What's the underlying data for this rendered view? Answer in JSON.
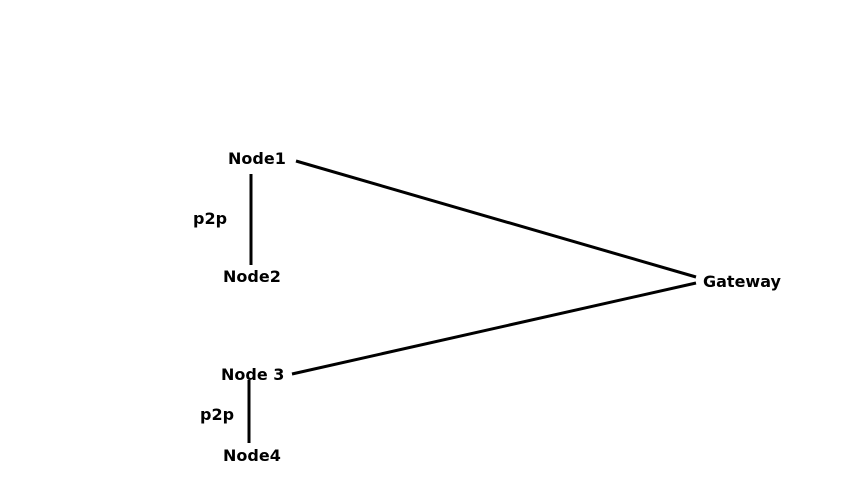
{
  "nodes": {
    "node1": "Node1",
    "node2": "Node2",
    "node3": "Node 3",
    "node4": "Node4",
    "gateway": "Gateway"
  },
  "edges": [
    {
      "from": "node1",
      "to": "node2",
      "label": "p2p"
    },
    {
      "from": "node3",
      "to": "node4",
      "label": "p2p"
    },
    {
      "from": "node1",
      "to": "gateway",
      "label": ""
    },
    {
      "from": "node3",
      "to": "gateway",
      "label": ""
    }
  ]
}
